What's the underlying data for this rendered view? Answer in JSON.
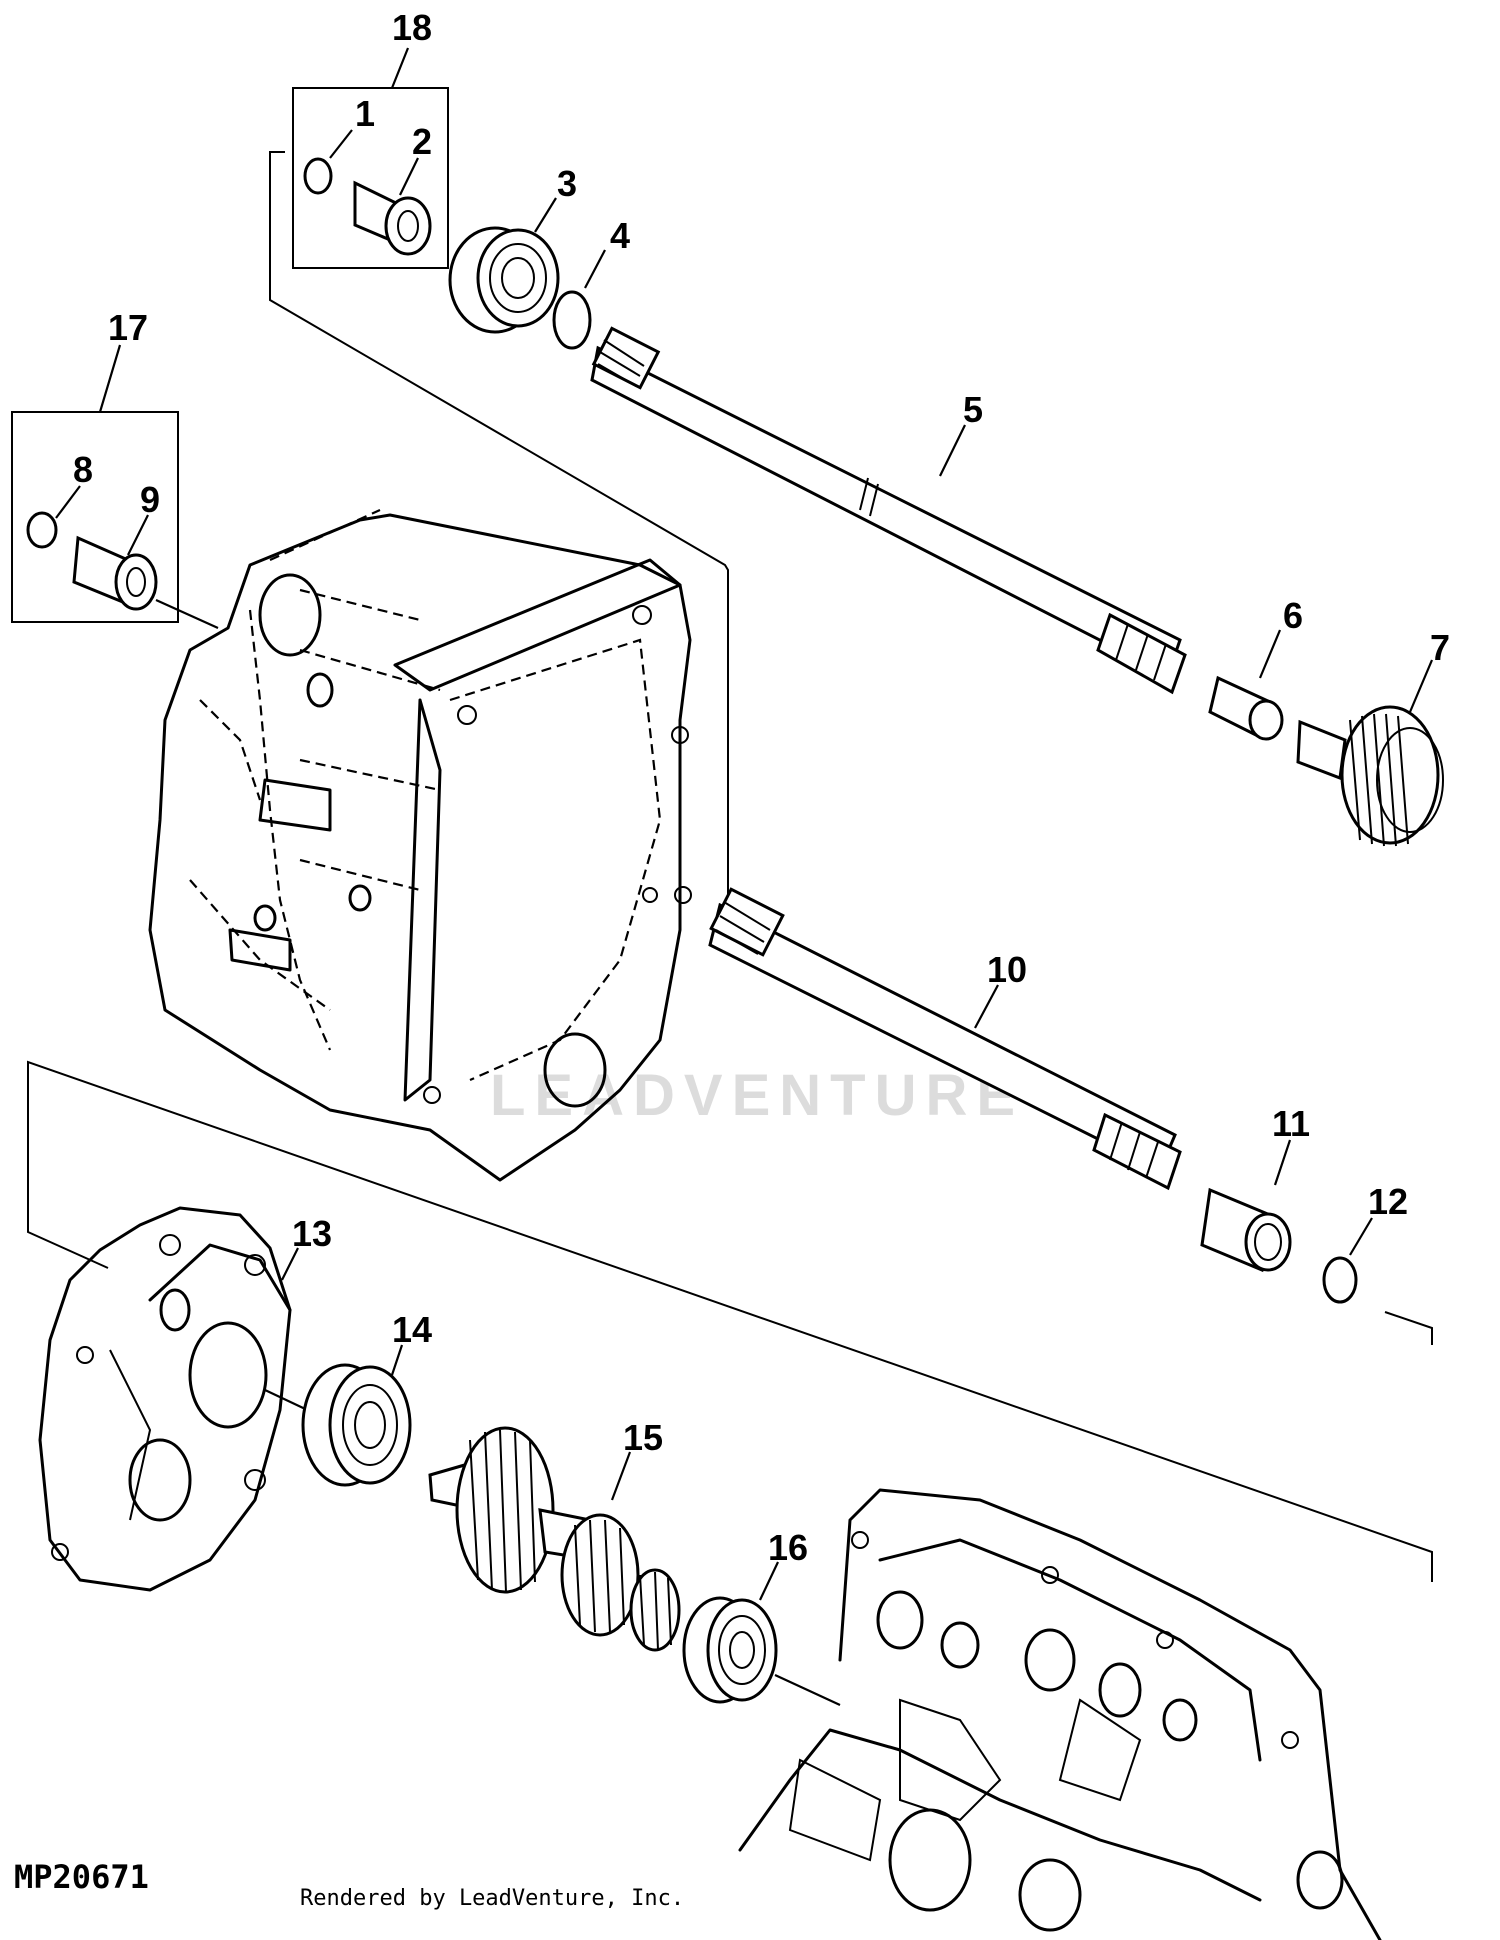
{
  "diagram": {
    "drawing_number": "MP20671",
    "credit": "Rendered by LeadVenture, Inc.",
    "watermark": "LEADVENTURE",
    "callouts": [
      "1",
      "2",
      "3",
      "4",
      "5",
      "6",
      "7",
      "8",
      "9",
      "10",
      "11",
      "12",
      "13",
      "14",
      "15",
      "16",
      "17",
      "18"
    ]
  }
}
